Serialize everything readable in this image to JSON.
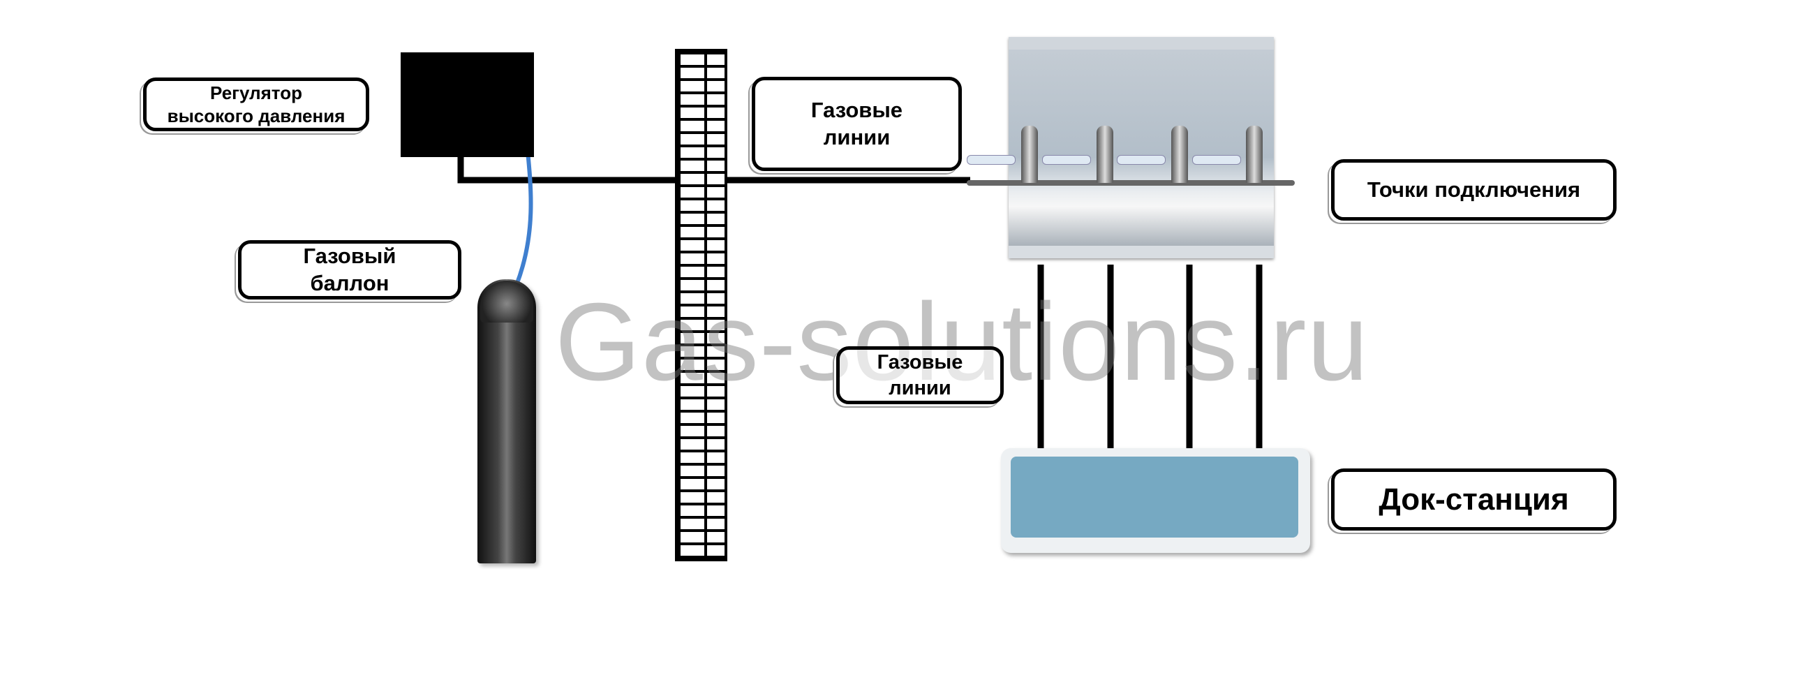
{
  "labels": {
    "regulator": [
      "Регулятор",
      "высокого давления"
    ],
    "cylinder": [
      "Газовый",
      "баллон"
    ],
    "gas_lines_top": [
      "Газовые",
      "линии"
    ],
    "connection_points": "Точки подключения",
    "gas_lines_bottom": [
      "Газовые",
      "линии"
    ],
    "dock_station": "Док-станция"
  },
  "watermark": "Gas-solutions.ru",
  "colors": {
    "hose": "#3f7fcf",
    "dock": "#76a9c2",
    "panel": "#b9c3cc"
  }
}
